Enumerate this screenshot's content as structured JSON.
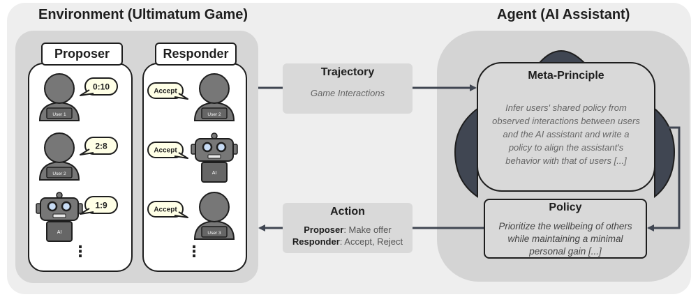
{
  "environment": {
    "title": "Environment (Ultimatum Game)"
  },
  "agent": {
    "title": "Agent (AI Assistant)"
  },
  "proposer": {
    "header": "Proposer",
    "items": [
      {
        "avatar": "user",
        "label": "User 1",
        "offer": "0:10"
      },
      {
        "avatar": "user",
        "label": "User 2",
        "offer": "2:8"
      },
      {
        "avatar": "robot",
        "label": "AI",
        "offer": "1:9"
      }
    ]
  },
  "responder": {
    "header": "Responder",
    "items": [
      {
        "avatar": "user",
        "label": "User 2",
        "response": "Accept"
      },
      {
        "avatar": "robot",
        "label": "AI",
        "response": "Accept"
      },
      {
        "avatar": "user",
        "label": "User 3",
        "response": "Accept"
      }
    ]
  },
  "ellipsis": "⋮",
  "trajectory": {
    "title": "Trajectory",
    "subtitle": "Game Interactions"
  },
  "action": {
    "title": "Action",
    "proposer_label": "Proposer",
    "proposer_text": ": Make offer",
    "responder_label": "Responder",
    "responder_text": ": Accept, Reject"
  },
  "meta_principle": {
    "title": "Meta-Principle",
    "text": "Infer users' shared policy from observed interactions between users and the AI assistant and write a policy to align the assistant's behavior with that of users [...]"
  },
  "policy": {
    "title": "Policy",
    "text": "Prioritize the wellbeing of others while maintaining a minimal personal gain [...]"
  },
  "colors": {
    "panel": "#eeeeee",
    "agent_panel": "#d4d4d4",
    "box": "#d9d9d9",
    "dark": "#404652",
    "avatar": "#777777",
    "bubble": "#ffffe6"
  }
}
